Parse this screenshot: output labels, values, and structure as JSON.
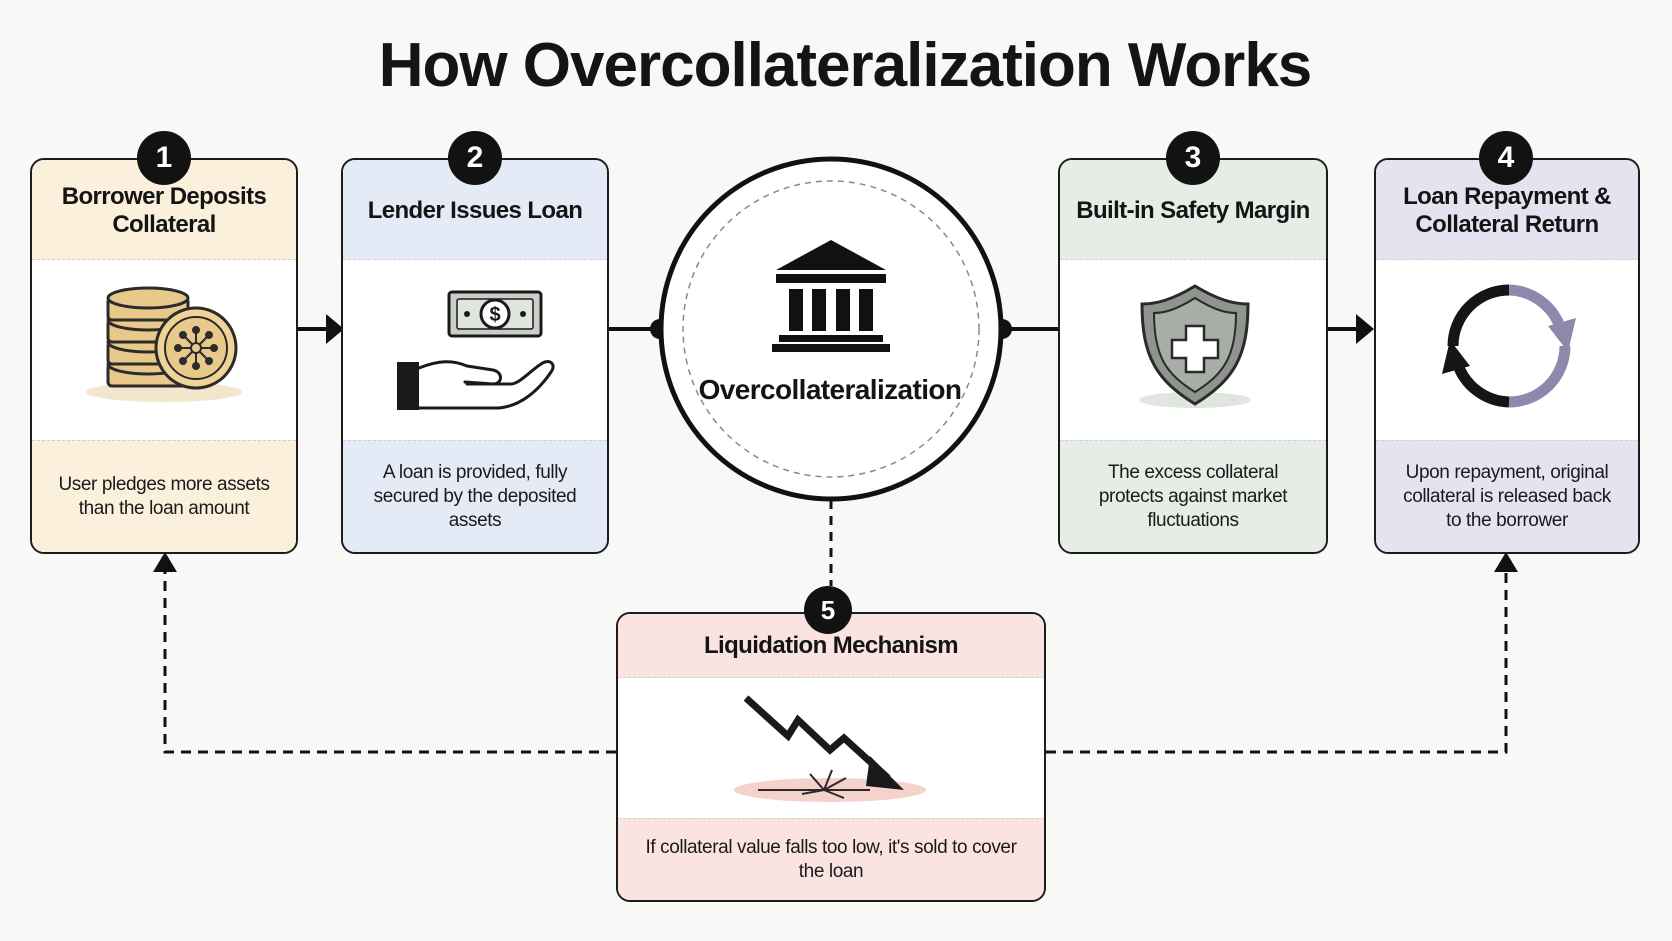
{
  "title": "How Overcollateralization Works",
  "hub": {
    "label": "Overcollateralization",
    "icon": "bank-icon"
  },
  "steps": [
    {
      "number": "1",
      "title": "Borrower Deposits Collateral",
      "description": "User pledges more assets than the loan amount",
      "icon": "coins-icon"
    },
    {
      "number": "2",
      "title": "Lender Issues Loan",
      "description": "A loan is provided, fully secured by the deposited assets",
      "icon": "hand-cash-icon"
    },
    {
      "number": "3",
      "title": "Built-in Safety Margin",
      "description": "The excess collateral protects against market fluctuations",
      "icon": "shield-icon"
    },
    {
      "number": "4",
      "title": "Loan Repayment & Collateral Return",
      "description": "Upon repayment, original collateral is released back to the borrower",
      "icon": "cycle-arrows-icon"
    },
    {
      "number": "5",
      "title": "Liquidation Mechanism",
      "description": "If collateral value falls too low, it's sold to cover the loan",
      "icon": "falling-chart-icon"
    }
  ],
  "colors": {
    "step1": "#fbf0dc",
    "step2": "#e4ebf6",
    "step3": "#e5ede6",
    "step4": "#e6e3f0",
    "step5": "#fae4e1",
    "ink": "#141414"
  }
}
